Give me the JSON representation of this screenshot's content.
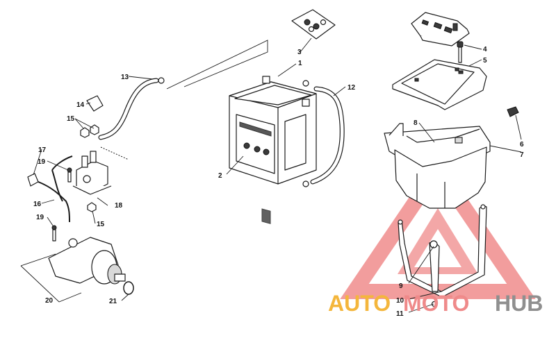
{
  "diagram": {
    "callouts": [
      {
        "id": "1",
        "text": "1"
      },
      {
        "id": "2",
        "text": "2"
      },
      {
        "id": "3",
        "text": "3"
      },
      {
        "id": "4",
        "text": "4"
      },
      {
        "id": "5",
        "text": "5"
      },
      {
        "id": "6",
        "text": "6"
      },
      {
        "id": "7",
        "text": "7"
      },
      {
        "id": "8",
        "text": "8"
      },
      {
        "id": "9",
        "text": "9"
      },
      {
        "id": "10",
        "text": "10"
      },
      {
        "id": "11",
        "text": "11"
      },
      {
        "id": "12",
        "text": "12"
      },
      {
        "id": "13",
        "text": "13"
      },
      {
        "id": "14",
        "text": "14"
      },
      {
        "id": "15a",
        "text": "15"
      },
      {
        "id": "15b",
        "text": "15"
      },
      {
        "id": "16",
        "text": "16"
      },
      {
        "id": "17",
        "text": "17"
      },
      {
        "id": "18",
        "text": "18"
      },
      {
        "id": "19a",
        "text": "19"
      },
      {
        "id": "19b",
        "text": "19"
      },
      {
        "id": "20",
        "text": "20"
      },
      {
        "id": "21",
        "text": "21"
      }
    ]
  },
  "watermark": {
    "part1": "AUTO",
    "part2": "MOTO",
    "part3": "HUB",
    "colors": {
      "auto": "#f4b63c",
      "moto": "#ef8a8a",
      "hub": "#8f8f8f",
      "triangle": "#f08c8c"
    }
  }
}
